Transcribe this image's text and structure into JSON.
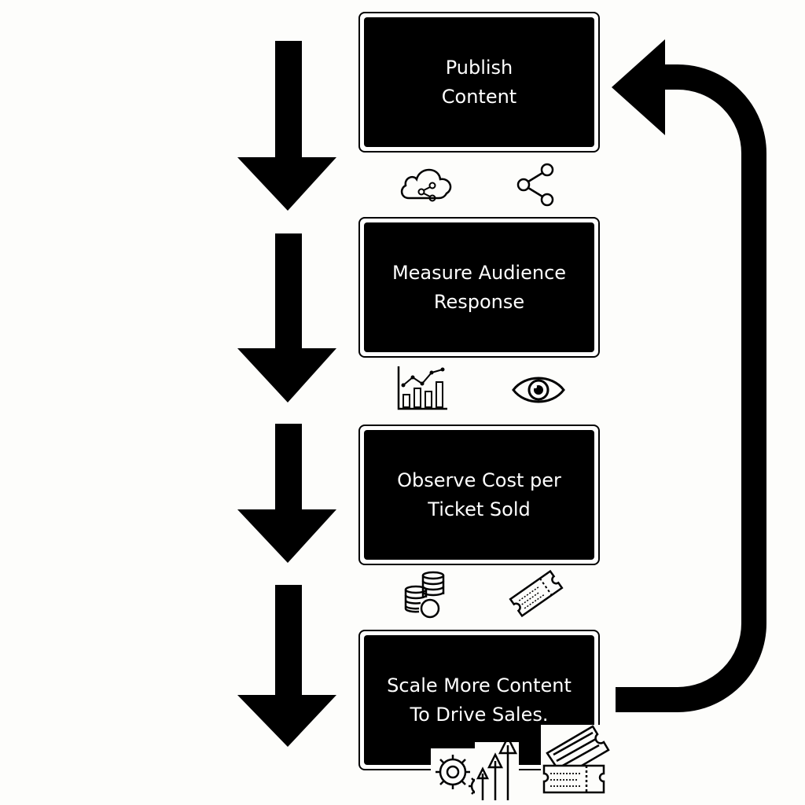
{
  "steps": [
    {
      "label": "Publish\nContent",
      "icons": [
        "cloud-share-icon",
        "share-icon"
      ]
    },
    {
      "label": "Measure Audience\nResponse",
      "icons": [
        "bar-line-chart-icon",
        "eye-icon"
      ]
    },
    {
      "label": "Observe Cost per\nTicket Sold",
      "icons": [
        "coins-icon",
        "ticket-icon"
      ]
    },
    {
      "label": "Scale More Content\nTo Drive Sales.",
      "icons": [
        "gears-icon",
        "growth-arrows-icon",
        "tickets-icon"
      ]
    }
  ],
  "colors": {
    "foreground": "#000000",
    "background": "#fdfdfb",
    "box_text": "#ffffff"
  }
}
